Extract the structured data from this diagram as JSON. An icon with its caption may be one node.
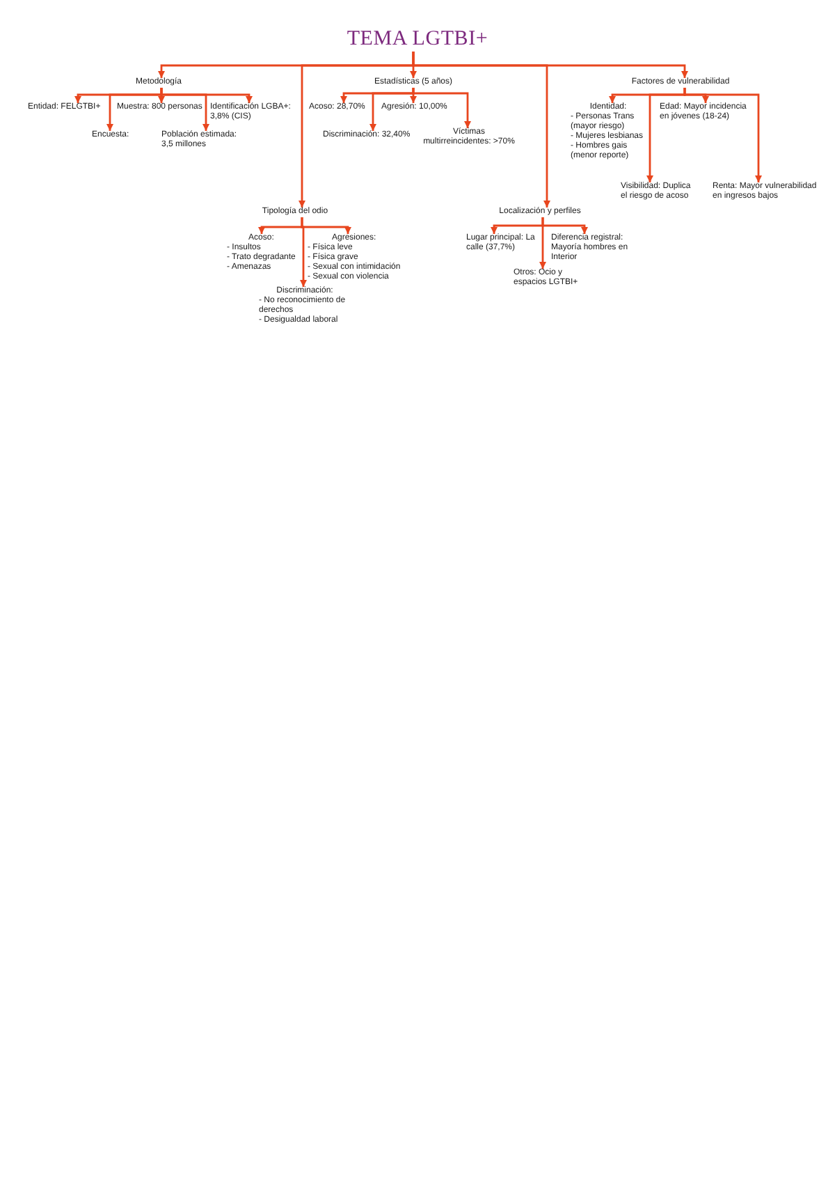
{
  "diagram": {
    "nodes": [
      {
        "text": [
          "TEMA LGTBI+"
        ]
      },
      {
        "text": [
          "Metodología"
        ]
      },
      {
        "text": [
          "Estadísticas (5 años)"
        ]
      },
      {
        "text": [
          "Factores de vulnerabilidad"
        ]
      },
      {
        "text": [
          "Entidad: FELGTBI+"
        ]
      },
      {
        "text": [
          "Muestra: 800 personas"
        ]
      },
      {
        "text": [
          "Identificación LGBA+: 3,8% (CIS)"
        ]
      },
      {
        "text": [
          "Encuesta:"
        ]
      },
      {
        "text": [
          "Población estimada: 3,5 millones"
        ]
      },
      {
        "text": [
          "Acoso: 28,70%"
        ]
      },
      {
        "text": [
          "Agresión: 10,00%"
        ]
      },
      {
        "text": [
          "Discriminación: 32,40%"
        ]
      },
      {
        "text": [
          "Víctimas multirreincidentes: >70%"
        ]
      },
      {
        "text": [
          "Identidad:",
          "- Personas Trans (mayor riesgo)",
          "- Mujeres lesbianas",
          "- Hombres gais (menor reporte)"
        ]
      },
      {
        "text": [
          "Edad: Mayor incidencia en jóvenes (18-24)"
        ]
      },
      {
        "text": [
          "Visibilidad: Duplica el riesgo de acoso"
        ]
      },
      {
        "text": [
          "Renta: Mayor vulnerabilidad en ingresos bajos"
        ]
      },
      {
        "text": [
          "Tipología del odio"
        ]
      },
      {
        "text": [
          "Localización y perfiles"
        ]
      },
      {
        "text": [
          "Acoso:",
          "- Insultos",
          "- Trato degradante",
          "- Amenazas"
        ]
      },
      {
        "text": [
          "Agresiones:",
          "- Física leve",
          "- Física grave",
          "- Sexual con intimidación",
          "- Sexual con violencia"
        ]
      },
      {
        "text": [
          "Lugar principal: La calle (37,7%)"
        ]
      },
      {
        "text": [
          "Diferencia registral: Mayoría hombres en Interior"
        ]
      },
      {
        "text": [
          "Discriminación:",
          "- No reconocimiento de derechos",
          "- Desigualdad laboral"
        ]
      },
      {
        "text": [
          "Otros: Ocio y espacios LGTBI+"
        ]
      }
    ],
    "edges": [
      {
        "from": 0,
        "to": 1,
        "arrow": "to"
      },
      {
        "from": 0,
        "to": 2,
        "arrow": "to"
      },
      {
        "from": 0,
        "to": 17,
        "arrow": "to"
      },
      {
        "from": 0,
        "to": 18,
        "arrow": "to"
      },
      {
        "from": 0,
        "to": 3,
        "arrow": "to"
      },
      {
        "from": 1,
        "to": 4,
        "arrow": "to"
      },
      {
        "from": 1,
        "to": 7,
        "arrow": "to"
      },
      {
        "from": 1,
        "to": 5,
        "arrow": "to"
      },
      {
        "from": 1,
        "to": 8,
        "arrow": "to"
      },
      {
        "from": 1,
        "to": 6,
        "arrow": "to"
      },
      {
        "from": 2,
        "to": 9,
        "arrow": "to"
      },
      {
        "from": 2,
        "to": 11,
        "arrow": "to"
      },
      {
        "from": 2,
        "to": 10,
        "arrow": "to"
      },
      {
        "from": 2,
        "to": 12,
        "arrow": "to"
      },
      {
        "from": 3,
        "to": 13,
        "arrow": "to"
      },
      {
        "from": 3,
        "to": 15,
        "arrow": "to"
      },
      {
        "from": 3,
        "to": 14,
        "arrow": "to"
      },
      {
        "from": 3,
        "to": 16,
        "arrow": "to"
      },
      {
        "from": 17,
        "to": 19,
        "arrow": "to"
      },
      {
        "from": 17,
        "to": 23,
        "arrow": "to"
      },
      {
        "from": 17,
        "to": 20,
        "arrow": "to"
      },
      {
        "from": 18,
        "to": 21,
        "arrow": "to"
      },
      {
        "from": 18,
        "to": 24,
        "arrow": "to"
      },
      {
        "from": 18,
        "to": 22,
        "arrow": "to"
      }
    ]
  }
}
